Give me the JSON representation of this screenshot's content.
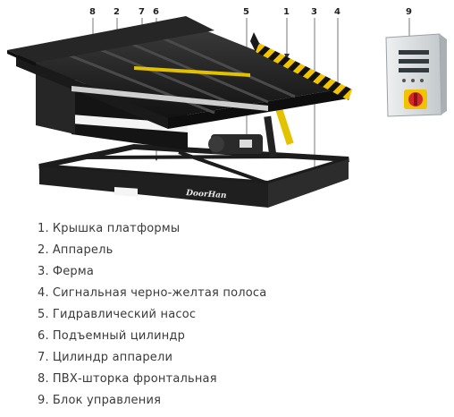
{
  "callouts": [
    {
      "id": "8",
      "label": "8"
    },
    {
      "id": "2",
      "label": "2"
    },
    {
      "id": "7",
      "label": "7"
    },
    {
      "id": "6",
      "label": "6"
    },
    {
      "id": "5",
      "label": "5"
    },
    {
      "id": "1",
      "label": "1"
    },
    {
      "id": "3",
      "label": "3"
    },
    {
      "id": "4",
      "label": "4"
    },
    {
      "id": "9",
      "label": "9"
    }
  ],
  "brand": "DoorHan",
  "legend": [
    {
      "num": "1.",
      "text": "Крышка платформы"
    },
    {
      "num": "2.",
      "text": "Аппарель"
    },
    {
      "num": "3.",
      "text": "Ферма"
    },
    {
      "num": "4.",
      "text": "Сигнальная черно-желтая полоса"
    },
    {
      "num": "5.",
      "text": "Гидравлический насос"
    },
    {
      "num": "6.",
      "text": "Подъемный цилиндр"
    },
    {
      "num": "7.",
      "text": "Цилиндр аппарели"
    },
    {
      "num": "8.",
      "text": "ПВХ-шторка фронтальная"
    },
    {
      "num": "9.",
      "text": "Блок управления"
    }
  ],
  "colors": {
    "frame": "#1c1c1c",
    "stripe_yellow": "#f2c300",
    "panel_bg": "#d9dde0",
    "switch_red": "#d6262a"
  }
}
